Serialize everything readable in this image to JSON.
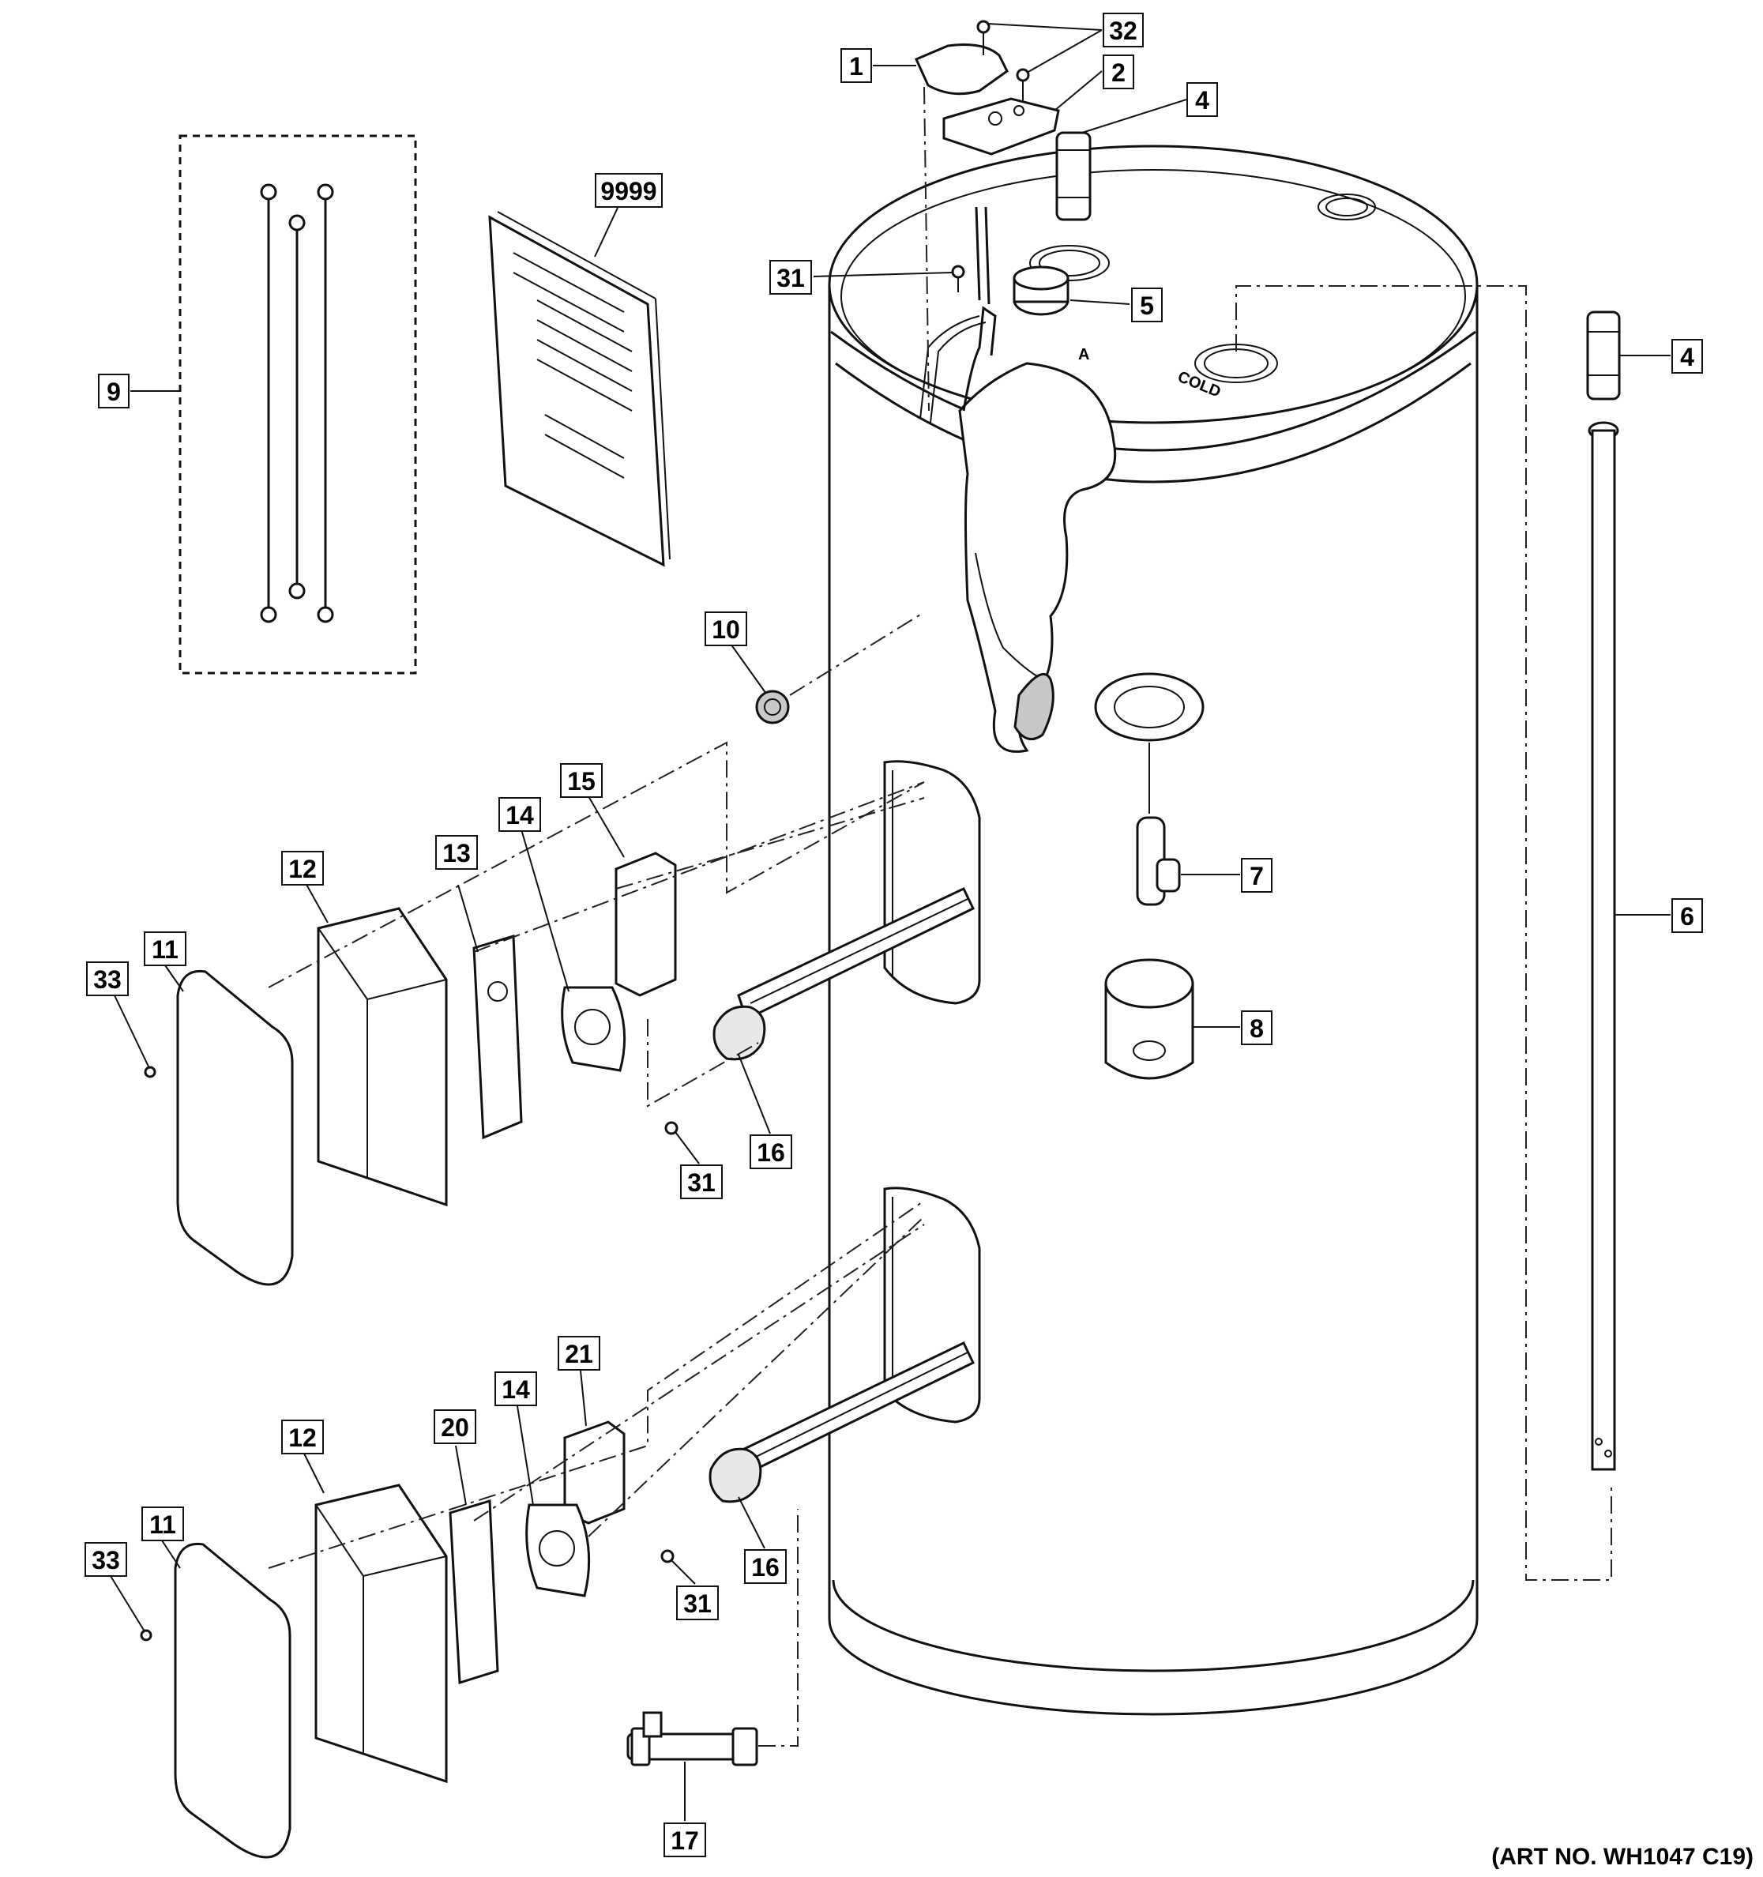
{
  "art_number": "(ART NO. WH1047 C19)",
  "tank_text": {
    "cold": "COLD",
    "a_mark": "A"
  },
  "callouts": {
    "c1": "1",
    "c2": "2",
    "c32": "32",
    "c4_top": "4",
    "c4_right": "4",
    "c9999": "9999",
    "c31_top": "31",
    "c5": "5",
    "c9": "9",
    "c10": "10",
    "c7": "7",
    "c6": "6",
    "c15": "15",
    "c14_upper": "14",
    "c13": "13",
    "c12_upper": "12",
    "c11_upper": "11",
    "c33_upper": "33",
    "c8": "8",
    "c16_upper": "16",
    "c31_upper": "31",
    "c21": "21",
    "c14_lower": "14",
    "c20": "20",
    "c12_lower": "12",
    "c11_lower": "11",
    "c33_lower": "33",
    "c16_lower": "16",
    "c31_lower": "31",
    "c17": "17"
  }
}
